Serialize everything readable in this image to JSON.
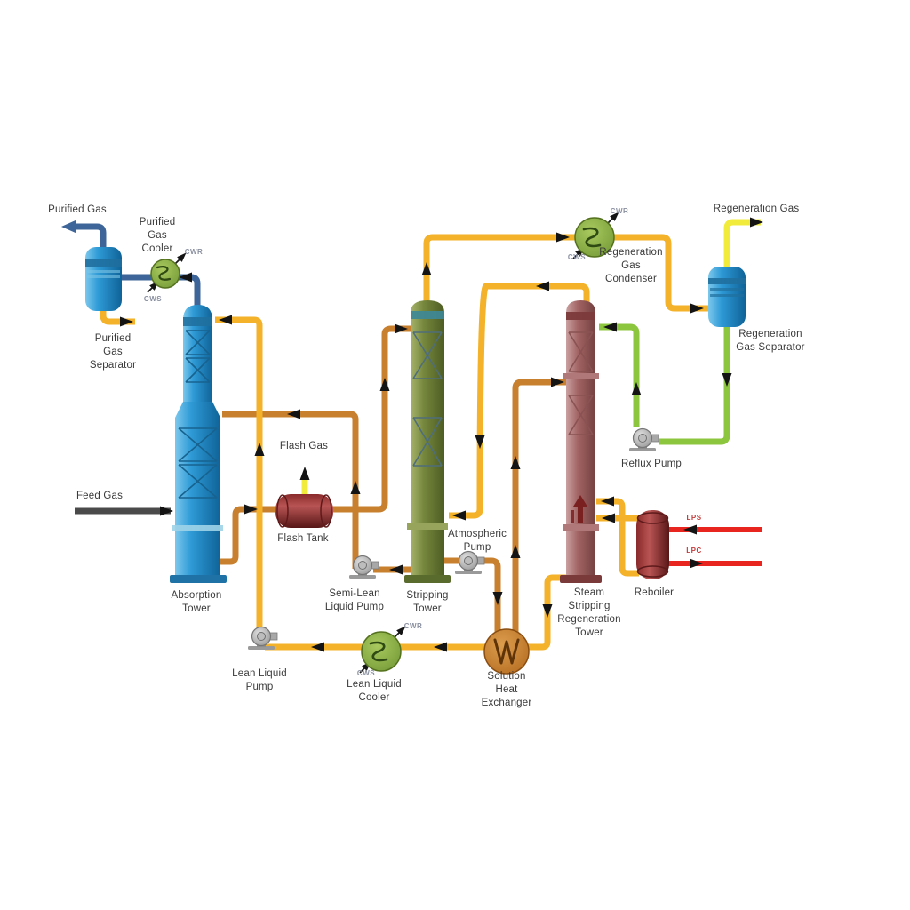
{
  "diagram_type": "process-flow-diagram",
  "labels": {
    "purified_gas": [
      "Purified Gas"
    ],
    "purified_gas_cooler": [
      "Purified",
      "Gas",
      "Cooler"
    ],
    "purified_gas_separator": [
      "Purified",
      "Gas",
      "Separator"
    ],
    "feed_gas": [
      "Feed Gas"
    ],
    "absorption_tower": [
      "Absorption",
      "Tower"
    ],
    "flash_gas": [
      "Flash Gas"
    ],
    "flash_tank": [
      "Flash Tank"
    ],
    "semi_lean_liquid_pump": [
      "Semi-Lean",
      "Liquid Pump"
    ],
    "stripping_tower": [
      "Stripping",
      "Tower"
    ],
    "atmospheric_pump": [
      "Atmospheric",
      "Pump"
    ],
    "lean_liquid_pump": [
      "Lean Liquid",
      "Pump"
    ],
    "lean_liquid_cooler": [
      "Lean Liquid",
      "Cooler"
    ],
    "solution_heat_exchanger": [
      "Solution",
      "Heat",
      "Exchanger"
    ],
    "steam_stripping_regeneration_tower": [
      "Steam",
      "Stripping",
      "Regeneration",
      "Tower"
    ],
    "reboiler": [
      "Reboiler"
    ],
    "reflux_pump": [
      "Reflux Pump"
    ],
    "regeneration_gas_condenser": [
      "Regeneration",
      "Gas",
      "Condenser"
    ],
    "regeneration_gas": [
      "Regeneration Gas"
    ],
    "regeneration_gas_separator": [
      "Regeneration",
      "Gas Separator"
    ]
  },
  "cw": {
    "cwr": "CWR",
    "cws": "CWS"
  },
  "utility": {
    "lps": "LPS",
    "lpc": "LPC"
  },
  "colors": {
    "pipe_lean": "#F3B229",
    "pipe_rich": "#C8802F",
    "pipe_gas": "#3D6599",
    "pipe_flash": "#F1EC3C",
    "pipe_reflux": "#8CC63E",
    "pipe_steam": "#E8251F",
    "pipe_feed": "#4A4A4A",
    "tower_blue": "#2E9AD6",
    "tower_green": "#75863C",
    "tower_red": "#A26464",
    "vessel_maroon": "#7E3030",
    "exchanger_green": "#7CA83C",
    "exchanger_orange": "#C87D2E",
    "label_text": "#3A3A3A",
    "cw_text": "#8A90A0",
    "steam_text": "#C43C3C"
  }
}
